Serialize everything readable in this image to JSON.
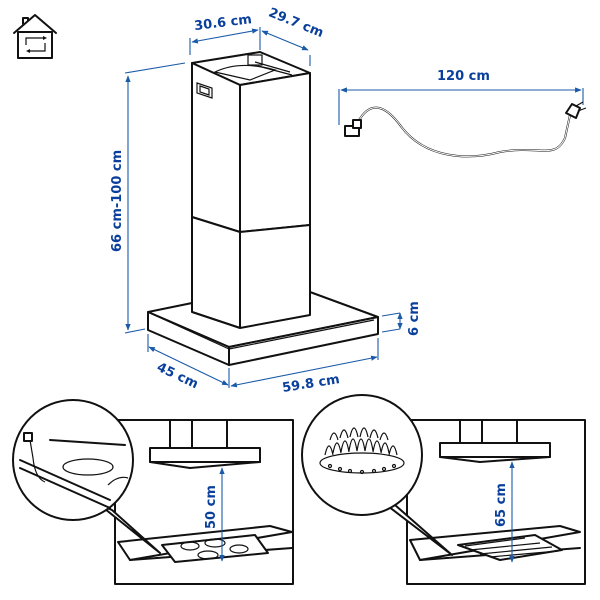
{
  "icon": {
    "name": "indoor-house-icon"
  },
  "colors": {
    "dimension": "#0a3f9c",
    "line": "#111111",
    "background": "#ffffff"
  },
  "hood": {
    "chimney_width": "30.6 cm",
    "chimney_depth": "29.7 cm",
    "height_range": "66 cm-100 cm",
    "canopy_height": "6 cm",
    "canopy_depth": "45 cm",
    "canopy_width": "59.8 cm"
  },
  "cable": {
    "length": "120 cm"
  },
  "installation": [
    {
      "hob_type": "electric",
      "min_distance": "50 cm"
    },
    {
      "hob_type": "gas",
      "min_distance": "65 cm"
    }
  ]
}
